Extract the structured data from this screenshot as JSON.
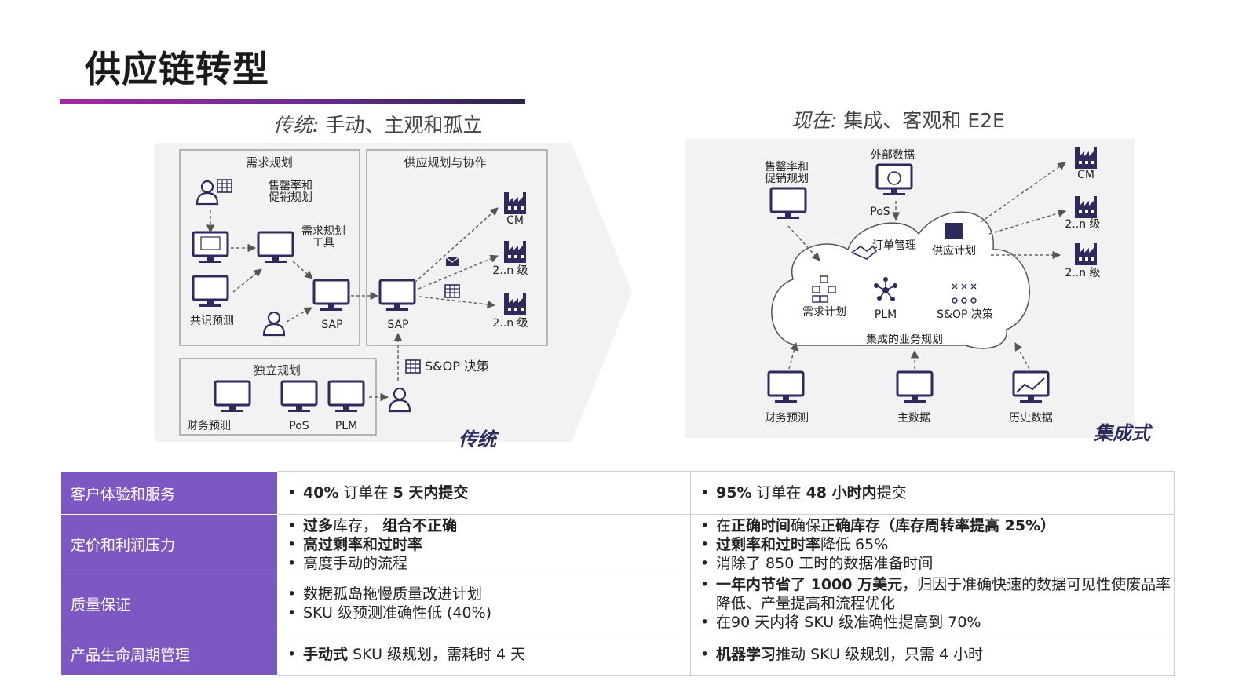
{
  "title": "供应链转型",
  "traditional": {
    "heading_em": "传统:",
    "heading_rest": " 手动、主观和孤立",
    "demand_box_title": "需求规划",
    "supply_box_title": "供应规划与协作",
    "independent_box_title": "独立规划",
    "labels": {
      "sell_through_line1": "售罄率和",
      "sell_through_line2": "促销规划",
      "demand_tool_line1": "需求规划",
      "demand_tool_line2": "工具",
      "consensus": "共识预测",
      "sap_left": "SAP",
      "sap_right": "SAP",
      "cm": "CM",
      "tier_a": "2..n 级",
      "tier_b": "2..n 级",
      "sop": "S&OP 决策",
      "finance": "财务预测",
      "pos": "PoS",
      "plm": "PLM"
    },
    "tag": "传统"
  },
  "now": {
    "heading_em": "现在:",
    "heading_rest": " 集成、客观和 E2E",
    "labels": {
      "sell_through_line1": "售罄率和",
      "sell_through_line2": "促销规划",
      "external": "外部数据",
      "pos": "PoS",
      "order_mgmt": "订单管理",
      "supply_plan": "供应计划",
      "demand_plan": "需求计划",
      "plm": "PLM",
      "sop": "S&OP 决策",
      "integrated": "集成的业务规划",
      "cm": "CM",
      "tier_a": "2..n 级",
      "tier_b": "2..n 级",
      "finance": "财务预测",
      "master_data": "主数据",
      "history": "历史数据"
    },
    "tag": "集成式"
  },
  "table": {
    "rows": [
      {
        "header": "客户体验和服务",
        "trad": [
          [
            {
              "t": "40%",
              "b": true
            },
            {
              "t": " 订单在 ",
              "b": false
            },
            {
              "t": "5 天内提交",
              "b": true
            }
          ]
        ],
        "now": [
          [
            {
              "t": "95%",
              "b": true
            },
            {
              "t": " 订单在 ",
              "b": false
            },
            {
              "t": "48 小时内",
              "b": true
            },
            {
              "t": "提交",
              "b": false
            }
          ]
        ]
      },
      {
        "header": "定价和利润压力",
        "trad": [
          [
            {
              "t": "过多",
              "b": true
            },
            {
              "t": "库存，  ",
              "b": false
            },
            {
              "t": "组合不正确",
              "b": true
            }
          ],
          [
            {
              "t": "高过剩率和过时率",
              "b": true
            }
          ],
          [
            {
              "t": "高度手动的流程",
              "b": false
            }
          ]
        ],
        "now": [
          [
            {
              "t": "在",
              "b": false
            },
            {
              "t": "正确时间",
              "b": true
            },
            {
              "t": "确保",
              "b": false
            },
            {
              "t": "正确库存（库存周转率提高 25%）",
              "b": true
            }
          ],
          [
            {
              "t": "过剩率和过时率",
              "b": true
            },
            {
              "t": "降低 65%",
              "b": false
            }
          ],
          [
            {
              "t": "消除了 850 工时的数据准备时间",
              "b": false
            }
          ]
        ]
      },
      {
        "header": "质量保证",
        "trad": [
          [
            {
              "t": "数据孤岛拖慢质量改进计划",
              "b": false
            }
          ],
          [
            {
              "t": "SKU 级预测准确性低 (40%)",
              "b": false
            }
          ]
        ],
        "now": [
          [
            {
              "t": "一年内节省了 1000 万美元",
              "b": true
            },
            {
              "t": "，归因于准确快速的数据可见性使废品率降低、产量提高和流程优化",
              "b": false
            }
          ],
          [
            {
              "t": "在90 天内将 SKU 级准确性提高到 70%",
              "b": false
            }
          ]
        ]
      },
      {
        "header": "产品生命周期管理",
        "trad": [
          [
            {
              "t": "手动式",
              "b": true
            },
            {
              "t": " SKU 级规划，需耗时 4 天",
              "b": false
            }
          ]
        ],
        "now": [
          [
            {
              "t": "机器学习",
              "b": true
            },
            {
              "t": "推动 SKU 级规划，只需 4 小时",
              "b": false
            }
          ]
        ]
      }
    ]
  },
  "colors": {
    "accent_purple": "#7d57c2",
    "icon_navy": "#2e2a5c",
    "panel_gray": "#f2f2f2"
  }
}
